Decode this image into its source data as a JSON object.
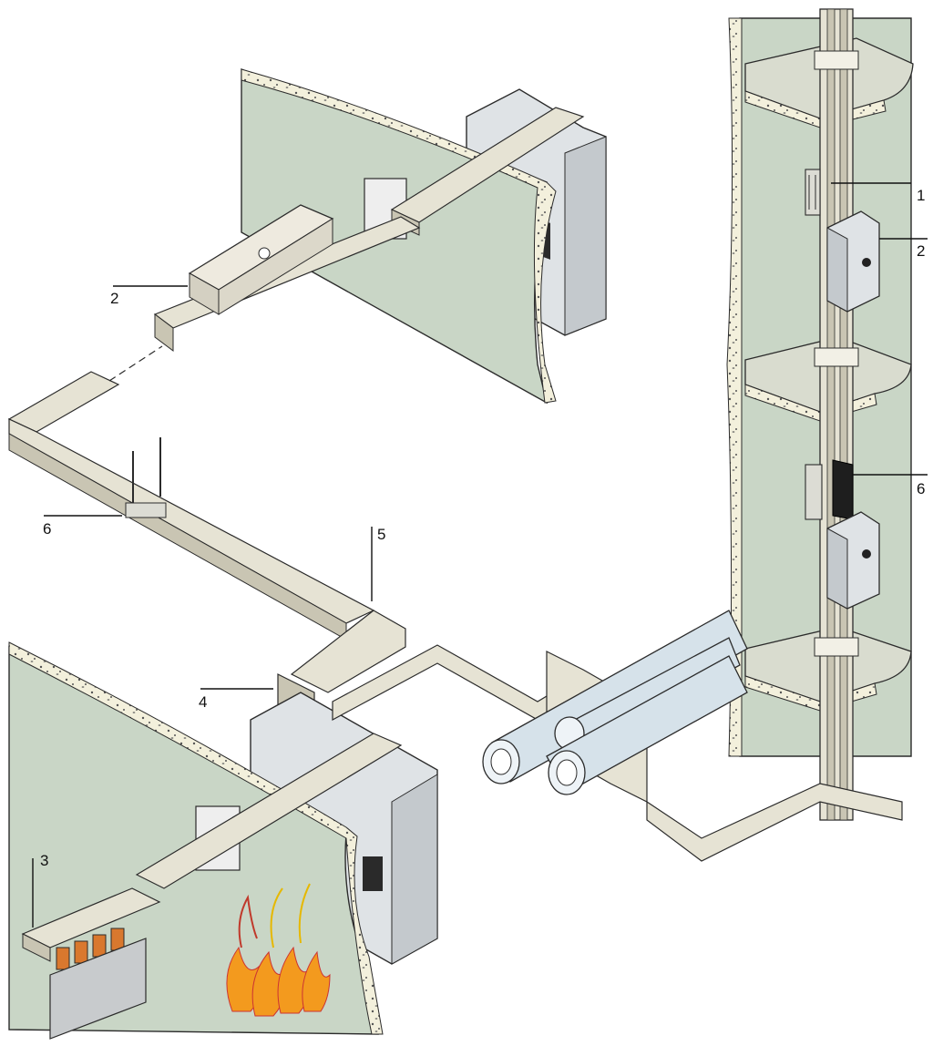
{
  "callouts": [
    {
      "id": "c1",
      "label": "1"
    },
    {
      "id": "c2a",
      "label": "2"
    },
    {
      "id": "c2b",
      "label": "2"
    },
    {
      "id": "c3",
      "label": "3"
    },
    {
      "id": "c4",
      "label": "4"
    },
    {
      "id": "c5",
      "label": "5"
    },
    {
      "id": "c6a",
      "label": "6"
    },
    {
      "id": "c6b",
      "label": "6"
    }
  ],
  "colors": {
    "wall": "#c9d6c6",
    "wall_edge": "#f3f0dc",
    "floor": "#d9dccf",
    "busway": "#e6e3d4",
    "busway_shade": "#c9c5b3",
    "cabinet": "#dfe3e6",
    "cabinet_shade": "#c4c9cd",
    "pipe": "#d6e2ea",
    "flame": "#f39a1e",
    "copper": "#d9782e",
    "outline": "#2b2b2b"
  },
  "icons": {
    "flames": "flame-icon",
    "plug_in_unit": "tap-off-box-icon",
    "hanger": "hanger-icon"
  }
}
